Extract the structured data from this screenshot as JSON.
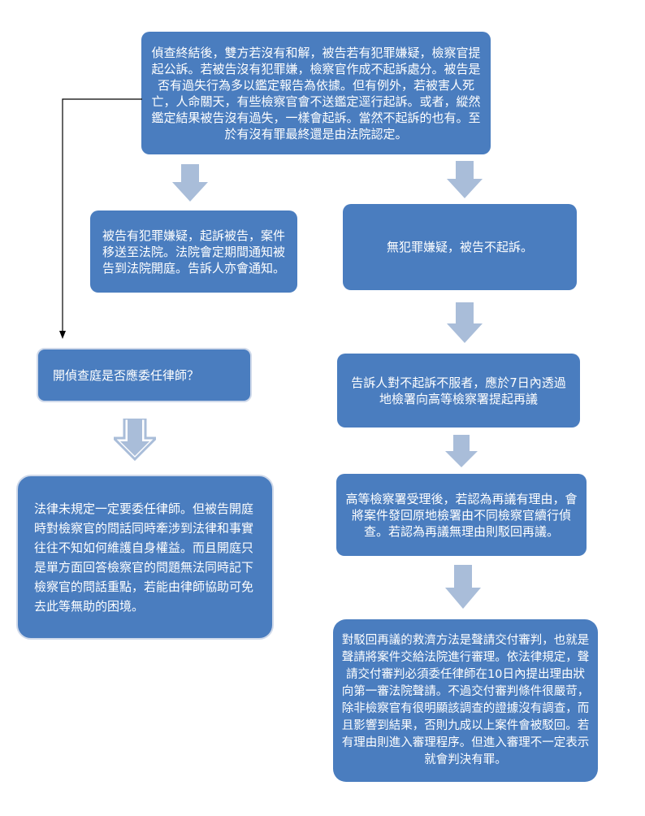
{
  "nodes": {
    "top": "偵查終結後，雙方若沒有和解，被告若有犯罪嫌疑，檢察官提起公訴。若被告沒有犯罪嫌，檢察官作成不起訴處分。被告是否有過失行為多以鑑定報告為依據。但有例外，若被害人死亡，人命關天，有些檢察官會不送鑑定逕行起訴。或者，縱然鑑定結果被告沒有過失，一樣會起訴。當然不起訴的也有。至於有沒有罪最終還是由法院認定。",
    "indicted": "被告有犯罪嫌疑，起訴被告，案件移送至法院。法院會定期間通知被告到法院開庭。告訴人亦會通知。",
    "not_indicted": "無犯罪嫌疑，被告不起訴。",
    "hearing_question": "開偵查庭是否應委任律師？",
    "lawyer_answer": "法律未規定一定要委任律師。但被告開庭時對檢察官的問話同時牽涉到法律和事實往往不知如何維護自身權益。而且開庭只是單方面回答檢察官的問題無法同時記下檢察官的問話重點，若能由律師協助可免去此等無助的困境。",
    "appeal": "告訴人對不起訴不服者，應於7日內透過地檢署向高等檢察署提起再議",
    "high_office": "高等檢察署受理後，若認為再議有理由，會將案件發回原地檢署由不同檢察官續行偵查。若認為再議無理由則駁回再議。",
    "remedy": "對駁回再議的救濟方法是聲請交付審判，也就是聲請將案件交給法院進行審理。依法律規定，聲請交付審判必須委任律師在10日內提出理由狀向第一審法院聲請。不過交付審判條件很嚴苛，除非檢察官有很明顯該調查的證據沒有調查，而且影響到結果，否則九成以上案件會被駁回。若有理由則進入審理程序。但進入審理不一定表示就會判決有罪。"
  },
  "colors": {
    "box": "#4a7dbf",
    "arrow": "#a9bdd9",
    "line": "#000000"
  }
}
